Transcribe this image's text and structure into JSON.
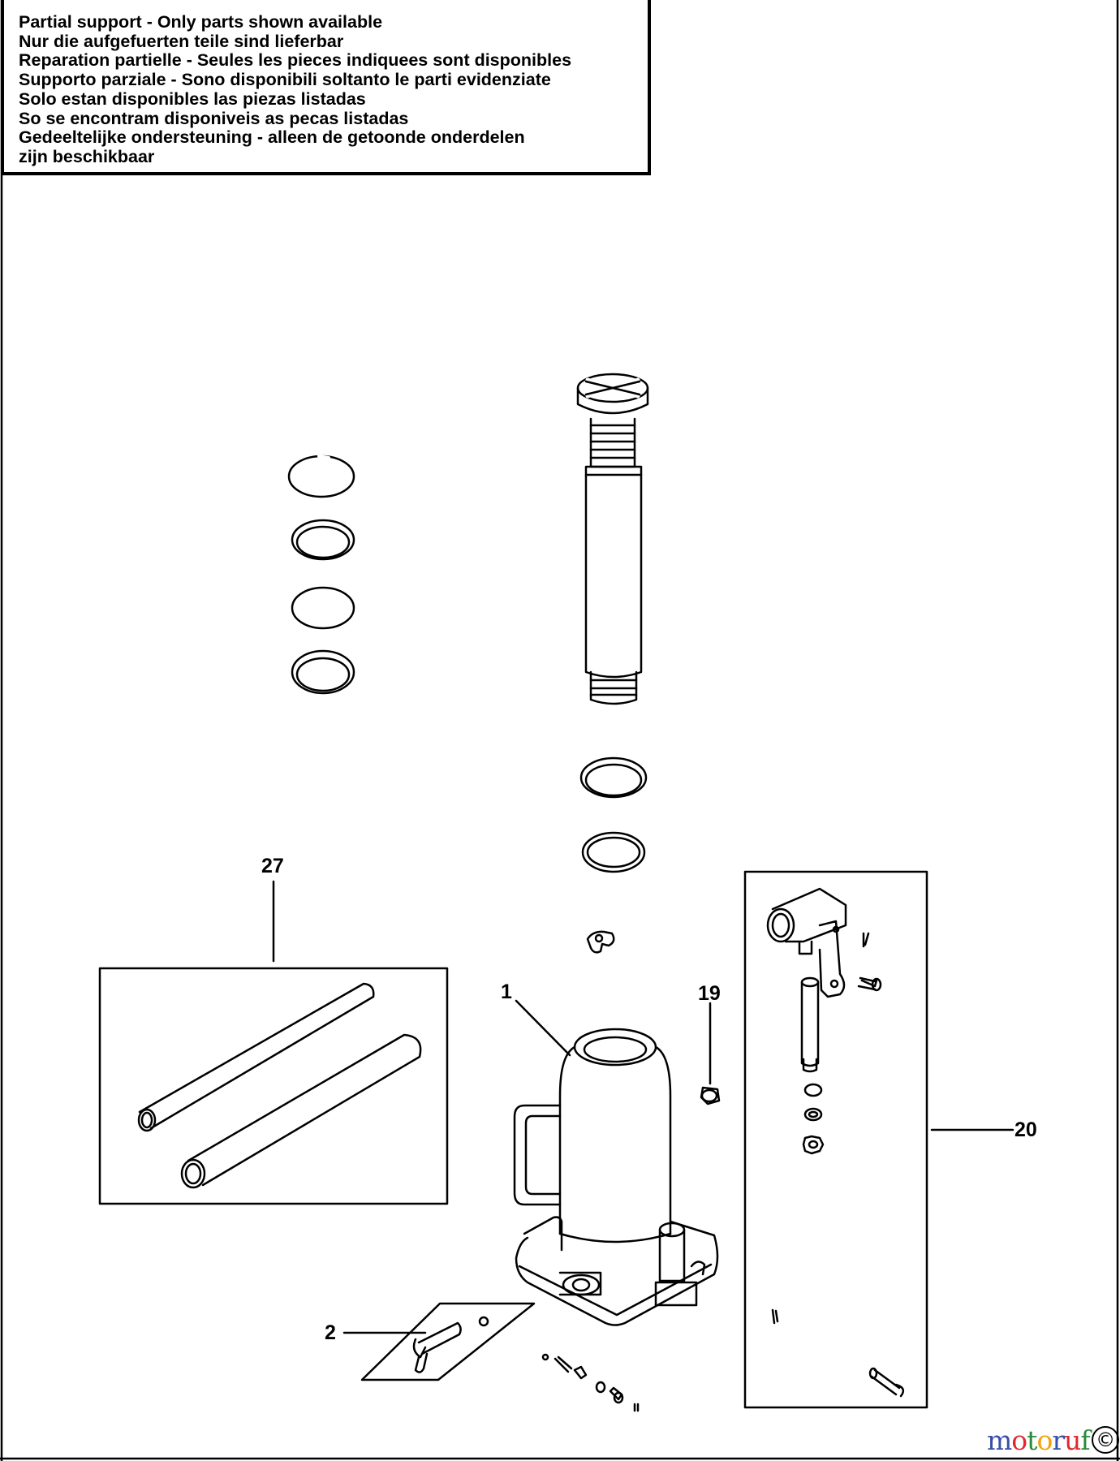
{
  "notice": {
    "lines": [
      "Partial support - Only parts shown available",
      "Nur die aufgefuerten teile sind lieferbar",
      "Reparation partielle - Seules les pieces indiquees sont disponibles",
      "Supporto parziale - Sono disponibili soltanto le parti evidenziate",
      "Solo estan disponibles las piezas listadas",
      "So se encontram disponiveis as pecas listadas",
      "Gedeeltelijke ondersteuning - alleen de getoonde onderdelen",
      "zijn beschikbaar"
    ]
  },
  "callouts": {
    "part_27": "27",
    "part_1": "1",
    "part_19": "19",
    "part_20": "20",
    "part_2": "2"
  },
  "watermark": {
    "letters": [
      "m",
      "o",
      "t",
      "o",
      "r",
      "u",
      "f"
    ],
    "colors": [
      "#3b4fa8",
      "#e0292f",
      "#2a8a3c",
      "#f2a20c",
      "#3b4fa8",
      "#e0292f",
      "#2a8a3c"
    ],
    "copyright_symbol": "©"
  }
}
